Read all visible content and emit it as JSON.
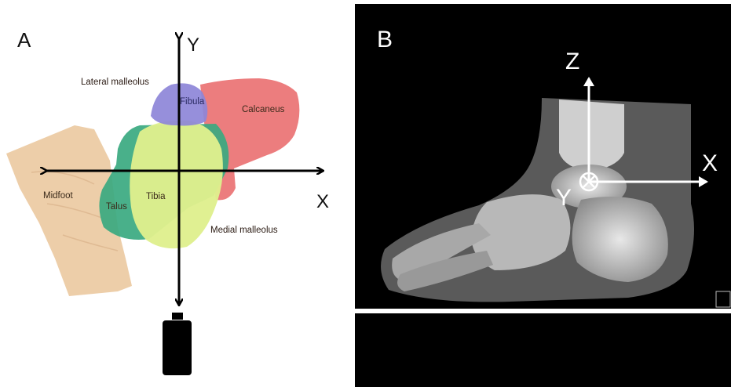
{
  "panel_a": {
    "letter": "A",
    "axis_y": "Y",
    "axis_x": "X",
    "labels": {
      "lateral_malleolus": "Lateral malleolus",
      "fibula": "Fibula",
      "calcaneus": "Calcaneus",
      "midfoot": "Midfoot",
      "talus": "Talus",
      "tibia": "Tibia",
      "medial_malleolus": "Medial malleolus"
    },
    "colors": {
      "midfoot": "#eccba4",
      "talus": "#3aa980",
      "tibia": "#dfef8e",
      "fibula": "#8d86d8",
      "calcaneus": "#ea7273"
    }
  },
  "panel_b": {
    "letter": "B",
    "axis_z": "Z",
    "axis_x": "X",
    "axis_y": "Y"
  }
}
